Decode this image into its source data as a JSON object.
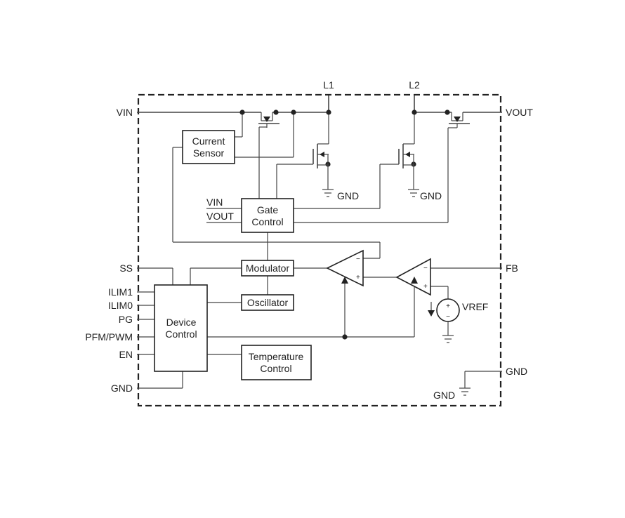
{
  "pins": {
    "vin": "VIN",
    "vout": "VOUT",
    "l1": "L1",
    "l2": "L2",
    "ss": "SS",
    "ilim1": "ILIM1",
    "ilim0": "ILIM0",
    "pg": "PG",
    "pfm_pwm": "PFM/PWM",
    "en": "EN",
    "gnd_left": "GND",
    "fb": "FB",
    "gnd_right": "GND"
  },
  "blocks": {
    "current_sensor": [
      "Current",
      "Sensor"
    ],
    "gate_control": [
      "Gate",
      "Control"
    ],
    "modulator": "Modulator",
    "oscillator": "Oscillator",
    "device_control": [
      "Device",
      "Control"
    ],
    "temperature_control": [
      "Temperature",
      "Control"
    ]
  },
  "internal_labels": {
    "gate_vin": "VIN",
    "gate_vout": "VOUT",
    "gnd_l1": "GND",
    "gnd_l2": "GND",
    "gnd_internal": "GND",
    "vref": "VREF",
    "minus": "−",
    "plus": "+"
  }
}
